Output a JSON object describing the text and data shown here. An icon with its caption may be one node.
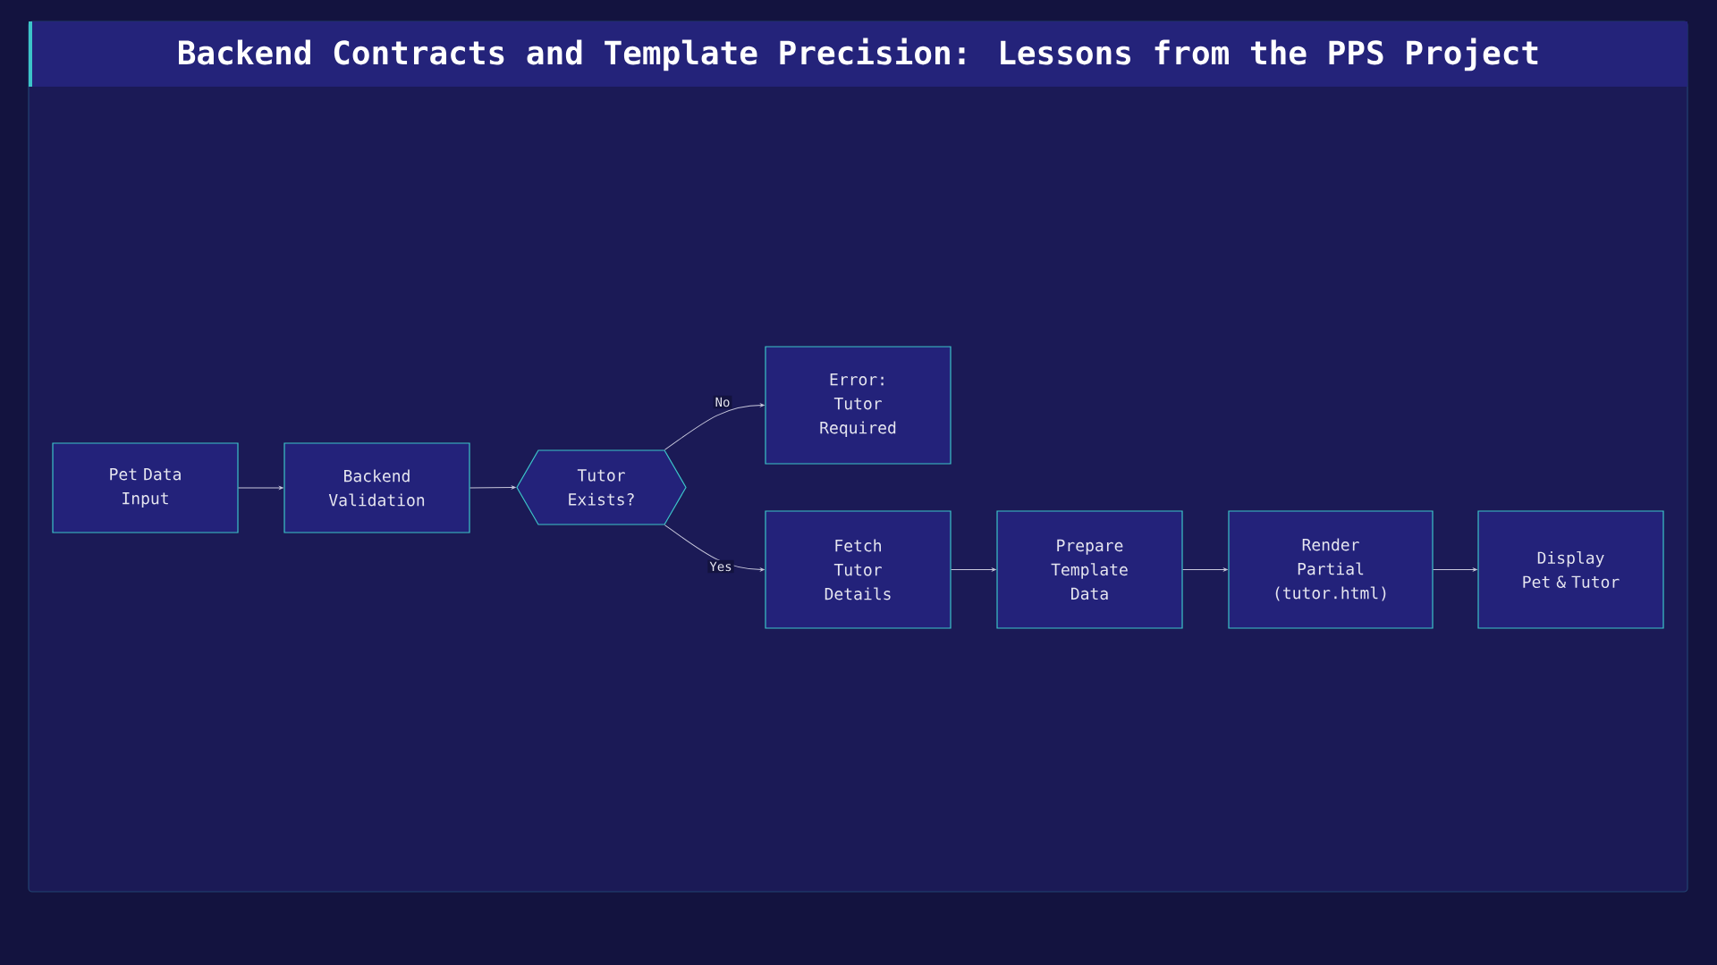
{
  "diagram": {
    "title": "Backend Contracts and Template Precision: Lessons from the PPS Project",
    "nodes": [
      {
        "text": [
          "Pet Data Input"
        ]
      },
      {
        "text": [
          "Backend Validation"
        ]
      },
      {
        "text": [
          "Tutor Exists?"
        ]
      },
      {
        "text": [
          "Error: Tutor Required"
        ]
      },
      {
        "text": [
          "Fetch Tutor Details"
        ]
      },
      {
        "text": [
          "Prepare Template Data"
        ]
      },
      {
        "text": [
          "Render Partial (tutor.html)"
        ]
      },
      {
        "text": [
          "Display Pet & Tutor"
        ]
      }
    ],
    "edges": [
      {
        "from": 0,
        "to": 1,
        "arrow": "to"
      },
      {
        "from": 1,
        "to": 2,
        "arrow": "to"
      },
      {
        "from": 2,
        "to": 3,
        "arrow": "to",
        "label": "No"
      },
      {
        "from": 2,
        "to": 4,
        "arrow": "to",
        "label": "Yes"
      },
      {
        "from": 4,
        "to": 5,
        "arrow": "to"
      },
      {
        "from": 5,
        "to": 6,
        "arrow": "to"
      },
      {
        "from": 6,
        "to": 7,
        "arrow": "to"
      }
    ]
  }
}
